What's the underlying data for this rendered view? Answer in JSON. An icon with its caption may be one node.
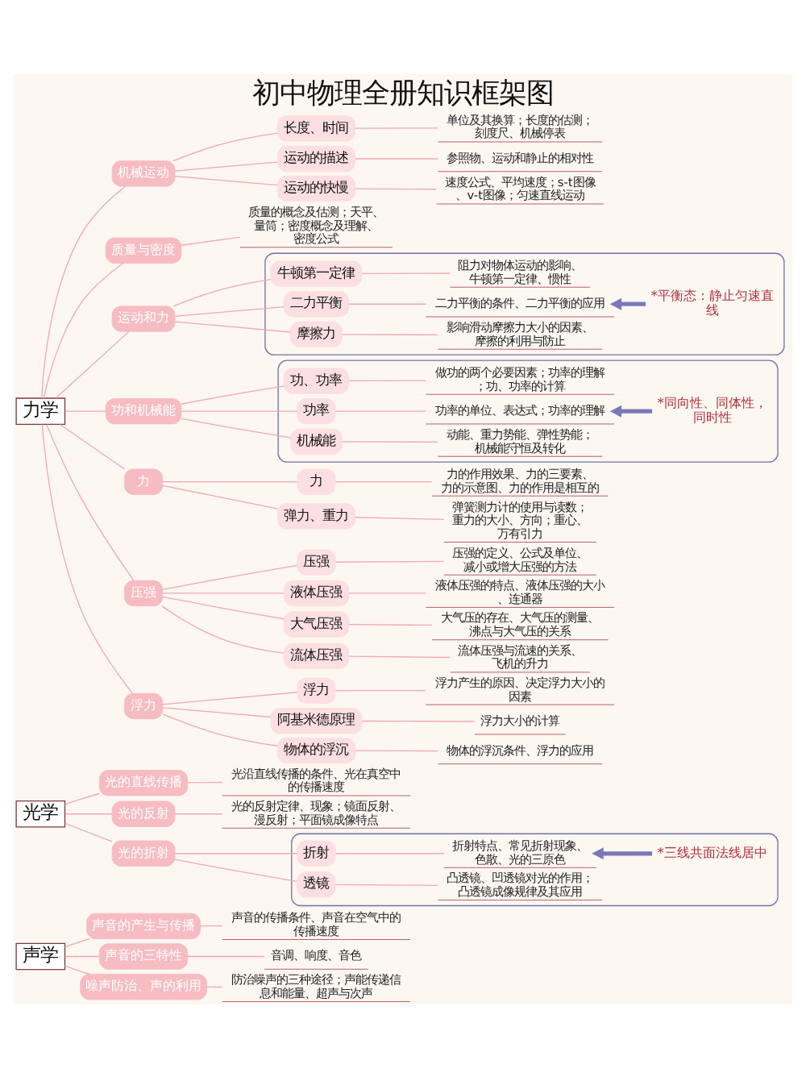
{
  "diagram": {
    "title": "初中物理全册知识框架图",
    "nodes": [
      {
        "text": [
          "声学"
        ]
      },
      {
        "text": [
          "声音的产生与传播"
        ]
      },
      {
        "text": [
          "声音的传播条件、声音在空气中的传播速度"
        ]
      },
      {
        "text": [
          "声音的三特性"
        ]
      },
      {
        "text": [
          "音调、响度、音色"
        ]
      },
      {
        "text": [
          "噪声防治、声的利用"
        ]
      },
      {
        "text": [
          "防治噪声的三种途径；声能传递信息和能量、超声与次声"
        ]
      },
      {
        "text": [
          "光学"
        ]
      },
      {
        "text": [
          "光的直线传播"
        ]
      },
      {
        "text": [
          "光沿直线传播的条件、光在真空中的传播速度"
        ]
      },
      {
        "text": [
          "光的反射"
        ]
      },
      {
        "text": [
          "光的反射定律、现象；镜面反射、漫反射；平面镜成像特点"
        ]
      },
      {
        "text": [
          "光的折射"
        ]
      },
      {
        "text": [],
        "shape": "box"
      },
      {
        "text": [
          "折射"
        ],
        "in": 13
      },
      {
        "text": [
          "折射特点、常见折射现象、色散、光的三原色"
        ],
        "in": 13
      },
      {
        "text": [
          "*三线共面法线居中"
        ],
        "in": 13
      },
      {
        "text": [
          "透镜"
        ],
        "in": 13
      },
      {
        "text": [
          "凸透镜、凹透镜对光的作用；凸透镜成像规律及其应用"
        ],
        "in": 13
      },
      {
        "text": [
          "力学"
        ]
      },
      {
        "text": [
          "机械运动"
        ]
      },
      {
        "text": [
          "长度、时间"
        ]
      },
      {
        "text": [
          "单位及其换算；长度的估测；刻度尺、机械停表"
        ]
      },
      {
        "text": [
          "运动的描述"
        ]
      },
      {
        "text": [
          "参照物、运动和静止的相对性"
        ]
      },
      {
        "text": [
          "运动的快慢"
        ]
      },
      {
        "text": [
          "速度公式、平均速度；s-t图像、v-t图像；匀速直线运动"
        ]
      },
      {
        "text": [
          "质量与密度"
        ]
      },
      {
        "text": [
          "质量的概念及估测；天平、量筒；密度概念及理解、密度公式"
        ]
      },
      {
        "text": [
          "力"
        ]
      },
      {
        "text": [
          "力"
        ]
      },
      {
        "text": [
          "力的作用效果、力的三要素、力的示意图、力的作用是相互的"
        ]
      },
      {
        "text": [
          "弹力、重力"
        ]
      },
      {
        "text": [
          "弹簧测力计的使用与读数；重力的大小、方向；重心、万有引力"
        ]
      },
      {
        "text": [
          "运动和力"
        ]
      },
      {
        "text": [],
        "shape": "box"
      },
      {
        "text": [
          "牛顿第一定律"
        ],
        "in": 35
      },
      {
        "text": [
          "阻力对物体运动的影响、牛顿第一定律、惯性"
        ],
        "in": 35
      },
      {
        "text": [
          "二力平衡"
        ],
        "in": 35
      },
      {
        "text": [
          "二力平衡的条件、二力平衡的应用"
        ],
        "in": 35
      },
      {
        "text": [
          "*平衡态：静止匀速直线"
        ],
        "in": 35
      },
      {
        "text": [
          "摩擦力"
        ],
        "in": 35
      },
      {
        "text": [
          "影响滑动摩擦力大小的因素、摩擦的利用与防止"
        ],
        "in": 35
      },
      {
        "text": [
          "压强"
        ]
      },
      {
        "text": [
          "压强"
        ]
      },
      {
        "text": [
          "压强的定义、公式及单位、减小或增大压强的方法"
        ]
      },
      {
        "text": [
          "液体压强"
        ]
      },
      {
        "text": [
          "液体压强的特点、液体压强的大小、连通器"
        ]
      },
      {
        "text": [
          "大气压强"
        ]
      },
      {
        "text": [
          "大气压的存在、大气压的测量、沸点与大气压的关系"
        ]
      },
      {
        "text": [
          "流体压强"
        ]
      },
      {
        "text": [
          "流体压强与流速的关系、飞机的升力"
        ]
      },
      {
        "text": [
          "浮力"
        ]
      },
      {
        "text": [
          "浮力"
        ]
      },
      {
        "text": [
          "浮力产生的原因、决定浮力大小的因素"
        ]
      },
      {
        "text": [
          "阿基米德原理"
        ]
      },
      {
        "text": [
          "浮力大小的计算"
        ]
      },
      {
        "text": [
          "物体的浮沉"
        ]
      },
      {
        "text": [
          "物体的浮沉条件、浮力的应用"
        ]
      },
      {
        "text": [
          "功和机械能"
        ]
      },
      {
        "text": [],
        "shape": "box"
      },
      {
        "text": [
          "功、功率"
        ],
        "in": 60
      },
      {
        "text": [
          "做功的两个必要因素；功率的理解；功、功率的计算"
        ],
        "in": 60
      },
      {
        "text": [
          "功率"
        ],
        "in": 60
      },
      {
        "text": [
          "功率的单位、表达式；功率的理解"
        ],
        "in": 60
      },
      {
        "text": [
          "*同向性、同体性，同时性"
        ],
        "in": 60
      },
      {
        "text": [
          "机械能"
        ],
        "in": 60
      },
      {
        "text": [
          "动能、重力势能、弹性势能；机械能守恒及转化"
        ],
        "in": 60
      }
    ],
    "edges": [
      {
        "from": 0,
        "to": 1,
        "arrow": "none"
      },
      {
        "from": 1,
        "to": 2,
        "arrow": "none"
      },
      {
        "from": 0,
        "to": 3,
        "arrow": "none"
      },
      {
        "from": 3,
        "to": 4,
        "arrow": "none"
      },
      {
        "from": 0,
        "to": 5,
        "arrow": "none"
      },
      {
        "from": 5,
        "to": 6,
        "arrow": "none"
      },
      {
        "from": 7,
        "to": 8,
        "arrow": "none"
      },
      {
        "from": 8,
        "to": 9,
        "arrow": "none"
      },
      {
        "from": 7,
        "to": 10,
        "arrow": "none"
      },
      {
        "from": 10,
        "to": 11,
        "arrow": "none"
      },
      {
        "from": 7,
        "to": 12,
        "arrow": "none"
      },
      {
        "from": 12,
        "to": 14,
        "arrow": "none"
      },
      {
        "from": 14,
        "to": 15,
        "arrow": "none"
      },
      {
        "from": 12,
        "to": 17,
        "arrow": "none"
      },
      {
        "from": 17,
        "to": 18,
        "arrow": "none"
      },
      {
        "from": 16,
        "to": 15,
        "arrow": "to",
        "style": "thick",
        "color": "#7b78b8"
      },
      {
        "from": 19,
        "to": 20,
        "arrow": "none"
      },
      {
        "from": 20,
        "to": 21,
        "arrow": "none"
      },
      {
        "from": 21,
        "to": 22,
        "arrow": "none"
      },
      {
        "from": 20,
        "to": 23,
        "arrow": "none"
      },
      {
        "from": 23,
        "to": 24,
        "arrow": "none"
      },
      {
        "from": 20,
        "to": 25,
        "arrow": "none"
      },
      {
        "from": 25,
        "to": 26,
        "arrow": "none"
      },
      {
        "from": 19,
        "to": 27,
        "arrow": "none"
      },
      {
        "from": 27,
        "to": 28,
        "arrow": "none"
      },
      {
        "from": 19,
        "to": 29,
        "arrow": "none"
      },
      {
        "from": 29,
        "to": 30,
        "arrow": "none"
      },
      {
        "from": 30,
        "to": 31,
        "arrow": "none"
      },
      {
        "from": 29,
        "to": 32,
        "arrow": "none"
      },
      {
        "from": 32,
        "to": 33,
        "arrow": "none"
      },
      {
        "from": 19,
        "to": 34,
        "arrow": "none"
      },
      {
        "from": 34,
        "to": 36,
        "arrow": "none"
      },
      {
        "from": 36,
        "to": 37,
        "arrow": "none"
      },
      {
        "from": 34,
        "to": 38,
        "arrow": "none"
      },
      {
        "from": 38,
        "to": 39,
        "arrow": "none"
      },
      {
        "from": 34,
        "to": 41,
        "arrow": "none"
      },
      {
        "from": 41,
        "to": 42,
        "arrow": "none"
      },
      {
        "from": 40,
        "to": 39,
        "arrow": "to",
        "style": "thick",
        "color": "#7b78b8"
      },
      {
        "from": 19,
        "to": 43,
        "arrow": "none"
      },
      {
        "from": 43,
        "to": 44,
        "arrow": "none"
      },
      {
        "from": 44,
        "to": 45,
        "arrow": "none"
      },
      {
        "from": 43,
        "to": 46,
        "arrow": "none"
      },
      {
        "from": 46,
        "to": 47,
        "arrow": "none"
      },
      {
        "from": 43,
        "to": 48,
        "arrow": "none"
      },
      {
        "from": 48,
        "to": 49,
        "arrow": "none"
      },
      {
        "from": 43,
        "to": 50,
        "arrow": "none"
      },
      {
        "from": 50,
        "to": 51,
        "arrow": "none"
      },
      {
        "from": 19,
        "to": 52,
        "arrow": "none"
      },
      {
        "from": 52,
        "to": 53,
        "arrow": "none"
      },
      {
        "from": 53,
        "to": 54,
        "arrow": "none"
      },
      {
        "from": 52,
        "to": 55,
        "arrow": "none"
      },
      {
        "from": 55,
        "to": 56,
        "arrow": "none"
      },
      {
        "from": 52,
        "to": 57,
        "arrow": "none"
      },
      {
        "from": 57,
        "to": 58,
        "arrow": "none"
      },
      {
        "from": 19,
        "to": 59,
        "arrow": "none"
      },
      {
        "from": 59,
        "to": 61,
        "arrow": "none"
      },
      {
        "from": 61,
        "to": 62,
        "arrow": "none"
      },
      {
        "from": 59,
        "to": 63,
        "arrow": "none"
      },
      {
        "from": 63,
        "to": 64,
        "arrow": "none"
      },
      {
        "from": 59,
        "to": 66,
        "arrow": "none"
      },
      {
        "from": 66,
        "to": 67,
        "arrow": "none"
      },
      {
        "from": 65,
        "to": 64,
        "arrow": "to",
        "style": "thick",
        "color": "#7b78b8"
      }
    ]
  }
}
